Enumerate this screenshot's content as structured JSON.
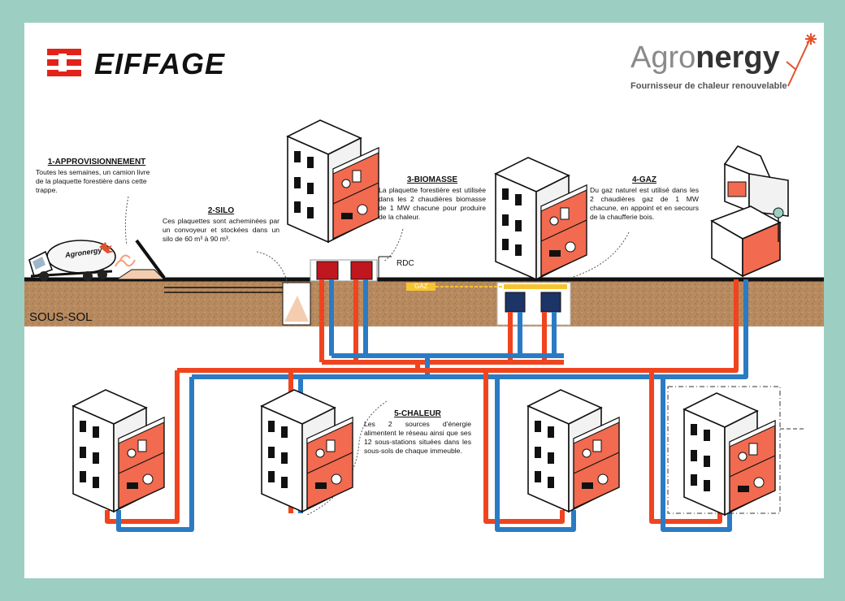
{
  "logos": {
    "eiffage": "EIFFAGE",
    "agronergy_part1": "Agro",
    "agronergy_part2": "nergy",
    "agronergy_tagline": "Fournisseur de chaleur renouvelable",
    "truck_brand": "Agronergy"
  },
  "steps": [
    {
      "title": "1-APPROVISIONNEMENT",
      "text": "Toutes les semaines, un camion livre de la plaquette forestière dans cette trappe."
    },
    {
      "title": "2-SILO",
      "text": "Ces plaquettes sont acheminées par un convoyeur et stockées dans un silo de 60 m³ à 90 m³."
    },
    {
      "title": "3-BIOMASSE",
      "text": "La plaquette forestière est utilisée dans les 2 chaudières biomasse de 1 MW chacune pour produire de la chaleur."
    },
    {
      "title": "4-GAZ",
      "text": "Du gaz naturel est utilisé dans les 2 chaudières gaz de 1 MW chacune, en appoint et en secours de la chaufferie bois."
    },
    {
      "title": "5-CHALEUR",
      "text": "Les 2 sources d'énergie alimentent le réseau ainsi que ses 12 sous-stations situées dans les sous-sols de chaque immeuble."
    }
  ],
  "labels": {
    "basement": "SOUS-SOL",
    "ground_floor": "RDC",
    "gas_line": "GAZ"
  },
  "colors": {
    "frame": "#9ccfc2",
    "hot_pipe": "#f0441f",
    "cold_pipe": "#2b7bc4",
    "soil": "#b88a5f",
    "eiffage_red": "#e2231a",
    "biomass_boiler": "#c0161d",
    "gas_boiler": "#1d3466",
    "gas_line": "#f6c430",
    "agronergy_grey": "#8a8a8a",
    "agronergy_dark": "#333333",
    "agronergy_star": "#e0522d"
  }
}
